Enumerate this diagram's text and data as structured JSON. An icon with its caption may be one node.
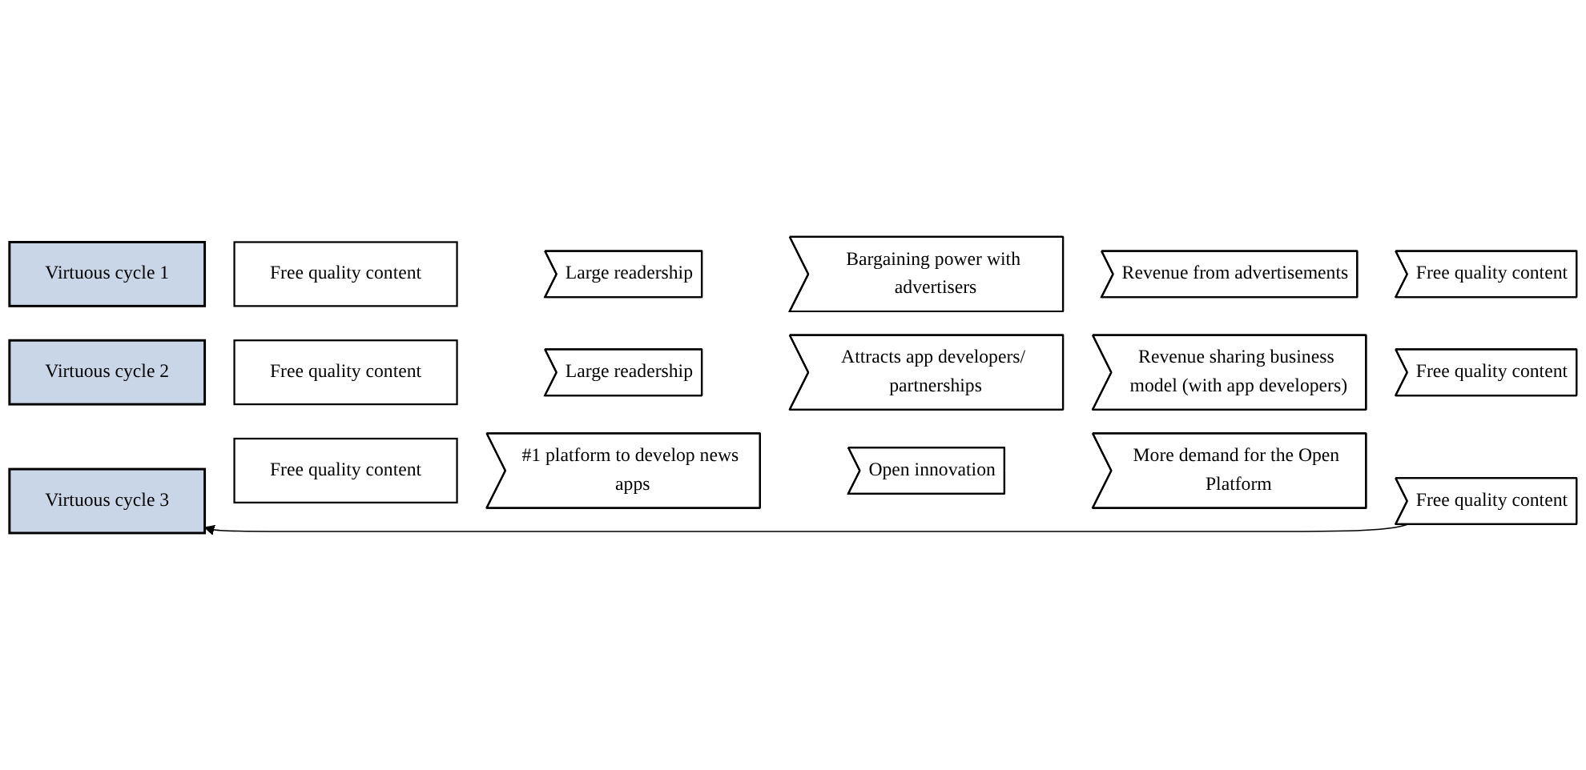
{
  "diagram": {
    "nodes": [
      {
        "text": [
          "Virtuous cycle 1"
        ]
      },
      {
        "text": [
          "Free quality content"
        ]
      },
      {
        "text": [
          "Large readership"
        ]
      },
      {
        "text": [
          "Bargaining power with advertisers"
        ]
      },
      {
        "text": [
          "Revenue from advertisements"
        ]
      },
      {
        "text": [
          "Free quality content"
        ]
      },
      {
        "text": [
          "Virtuous cycle 2"
        ]
      },
      {
        "text": [
          "Free quality content"
        ]
      },
      {
        "text": [
          "Large readership"
        ]
      },
      {
        "text": [
          "Attracts app developers/ partnerships"
        ]
      },
      {
        "text": [
          "Revenue sharing business model (with app developers)"
        ]
      },
      {
        "text": [
          "Free quality content"
        ]
      },
      {
        "text": [
          "Virtuous cycle 3"
        ]
      },
      {
        "text": [
          "Free quality content"
        ]
      },
      {
        "text": [
          "#1 platform to develop news apps"
        ]
      },
      {
        "text": [
          "Open innovation"
        ]
      },
      {
        "text": [
          "More demand for the Open Platform"
        ]
      },
      {
        "text": [
          "Free quality content"
        ]
      }
    ],
    "edges": [
      {
        "from": 17,
        "to": 12,
        "arrow": "to"
      }
    ]
  }
}
